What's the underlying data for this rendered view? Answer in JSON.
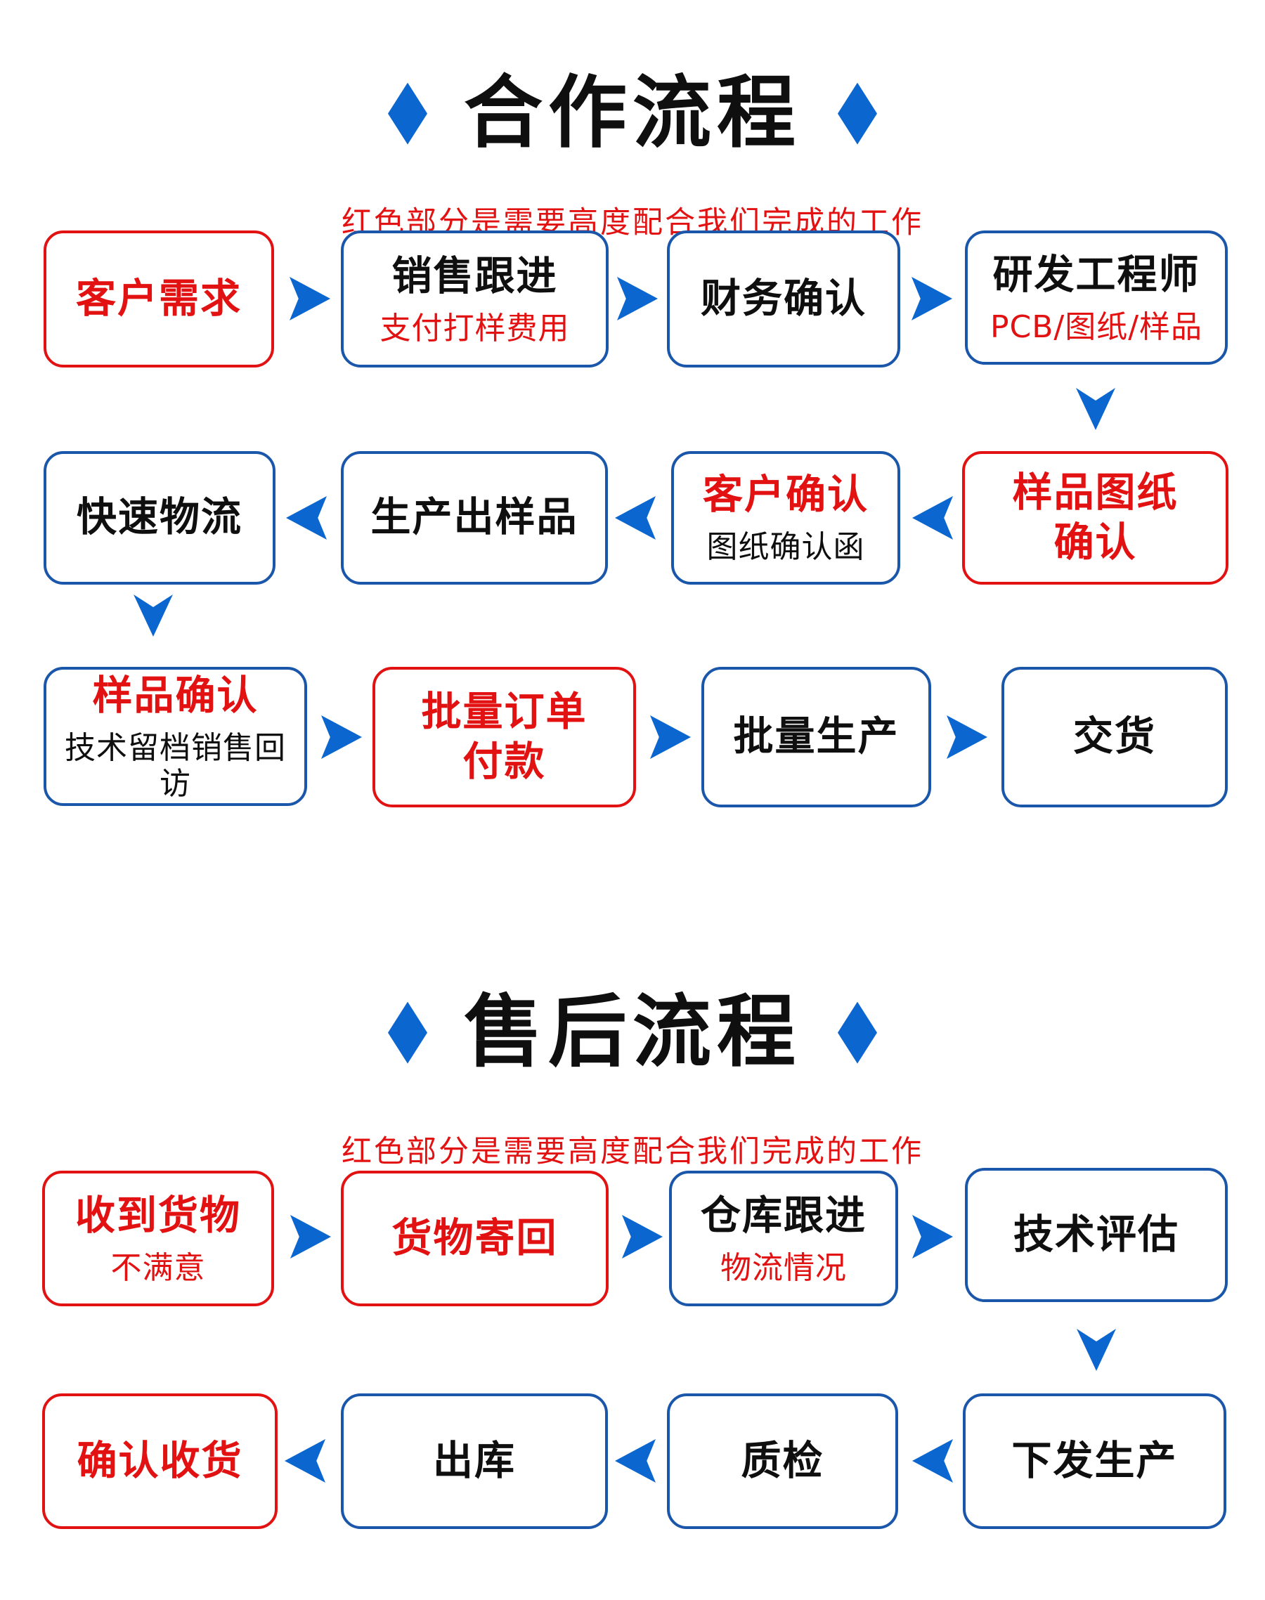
{
  "palette": {
    "red": "#e21212",
    "arrow_blue": "#0b66cf",
    "border_blue": "#1a56aa",
    "text_black": "#0f0f0f",
    "background": "#ffffff"
  },
  "sections": [
    {
      "title": "合作流程",
      "subtitle": "红色部分是需要高度配合我们完成的工作",
      "rows": [
        {
          "flow": "left-to-right",
          "boxes": [
            {
              "title": "客户需求"
            },
            {
              "title": "销售跟进",
              "sub": "支付打样费用"
            },
            {
              "title": "财务确认"
            },
            {
              "title": "研发工程师",
              "sub": "PCB/图纸/样品"
            }
          ]
        },
        {
          "flow": "right-to-left",
          "boxes": [
            {
              "title": "快速物流"
            },
            {
              "title": "生产出样品"
            },
            {
              "title": "客户确认",
              "sub": "图纸确认函"
            },
            {
              "title": "样品图纸\n确认"
            }
          ]
        },
        {
          "flow": "left-to-right",
          "boxes": [
            {
              "title": "样品确认",
              "sub": "技术留档销售回访"
            },
            {
              "title": "批量订单\n付款"
            },
            {
              "title": "批量生产"
            },
            {
              "title": "交货"
            }
          ]
        }
      ],
      "down_connectors": [
        "研发工程师 → 样品图纸确认",
        "快速物流 → 样品确认"
      ]
    },
    {
      "title": "售后流程",
      "subtitle": "红色部分是需要高度配合我们完成的工作",
      "rows": [
        {
          "flow": "left-to-right",
          "boxes": [
            {
              "title": "收到货物",
              "sub": "不满意"
            },
            {
              "title": "货物寄回"
            },
            {
              "title": "仓库跟进",
              "sub": "物流情况"
            },
            {
              "title": "技术评估"
            }
          ]
        },
        {
          "flow": "right-to-left",
          "boxes": [
            {
              "title": "确认收货"
            },
            {
              "title": "出库"
            },
            {
              "title": "质检"
            },
            {
              "title": "下发生产"
            }
          ]
        }
      ],
      "down_connectors": [
        "技术评估 → 下发生产"
      ]
    }
  ]
}
